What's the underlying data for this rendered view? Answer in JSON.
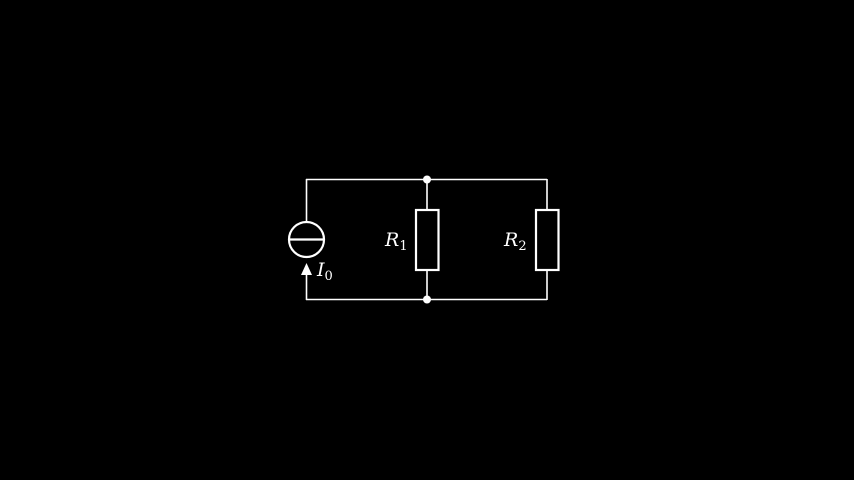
{
  "colors": {
    "background": "#000000",
    "stroke": "#ffffff"
  },
  "labels": {
    "source": {
      "symbol": "I",
      "subscript": "0"
    },
    "r1": {
      "symbol": "R",
      "subscript": "1"
    },
    "r2": {
      "symbol": "R",
      "subscript": "2"
    }
  }
}
